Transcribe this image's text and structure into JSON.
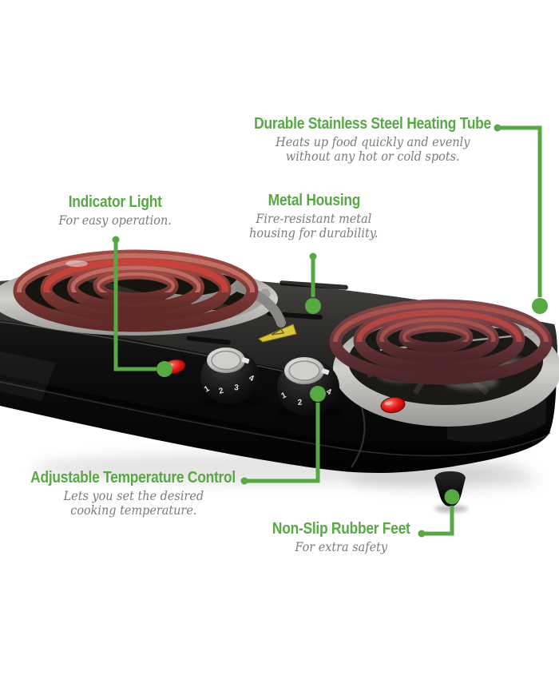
{
  "infographic": {
    "type": "product-feature-callouts",
    "background": "#ffffff"
  },
  "callouts": [
    {
      "id": "heating-tube",
      "title": "Durable Stainless Steel Heating Tube",
      "description": "Heats up food quickly and evenly\nwithout any hot or cold spots."
    },
    {
      "id": "indicator-light",
      "title": "Indicator Light",
      "description": "For easy operation."
    },
    {
      "id": "metal-housing",
      "title": "Metal Housing",
      "description": "Fire-resistant metal\nhousing for durability."
    },
    {
      "id": "temperature-control",
      "title": "Adjustable Temperature Control",
      "description": "Lets you set the desired\ncooking temperature."
    },
    {
      "id": "rubber-feet",
      "title": "Non-Slip Rubber Feet",
      "description": "For extra safety"
    }
  ],
  "product": {
    "knob_markings": [
      "1",
      "2",
      "3",
      "4"
    ]
  },
  "colors": {
    "accent_green": "#58a844",
    "description_gray": "#7c7c7c",
    "housing_black": "#141414",
    "coil_red": "#8f403c",
    "drip_pan_silver": "#c8c6c2",
    "indicator_red": "#e01512",
    "warning_sticker_yellow": "#d9c63e"
  }
}
